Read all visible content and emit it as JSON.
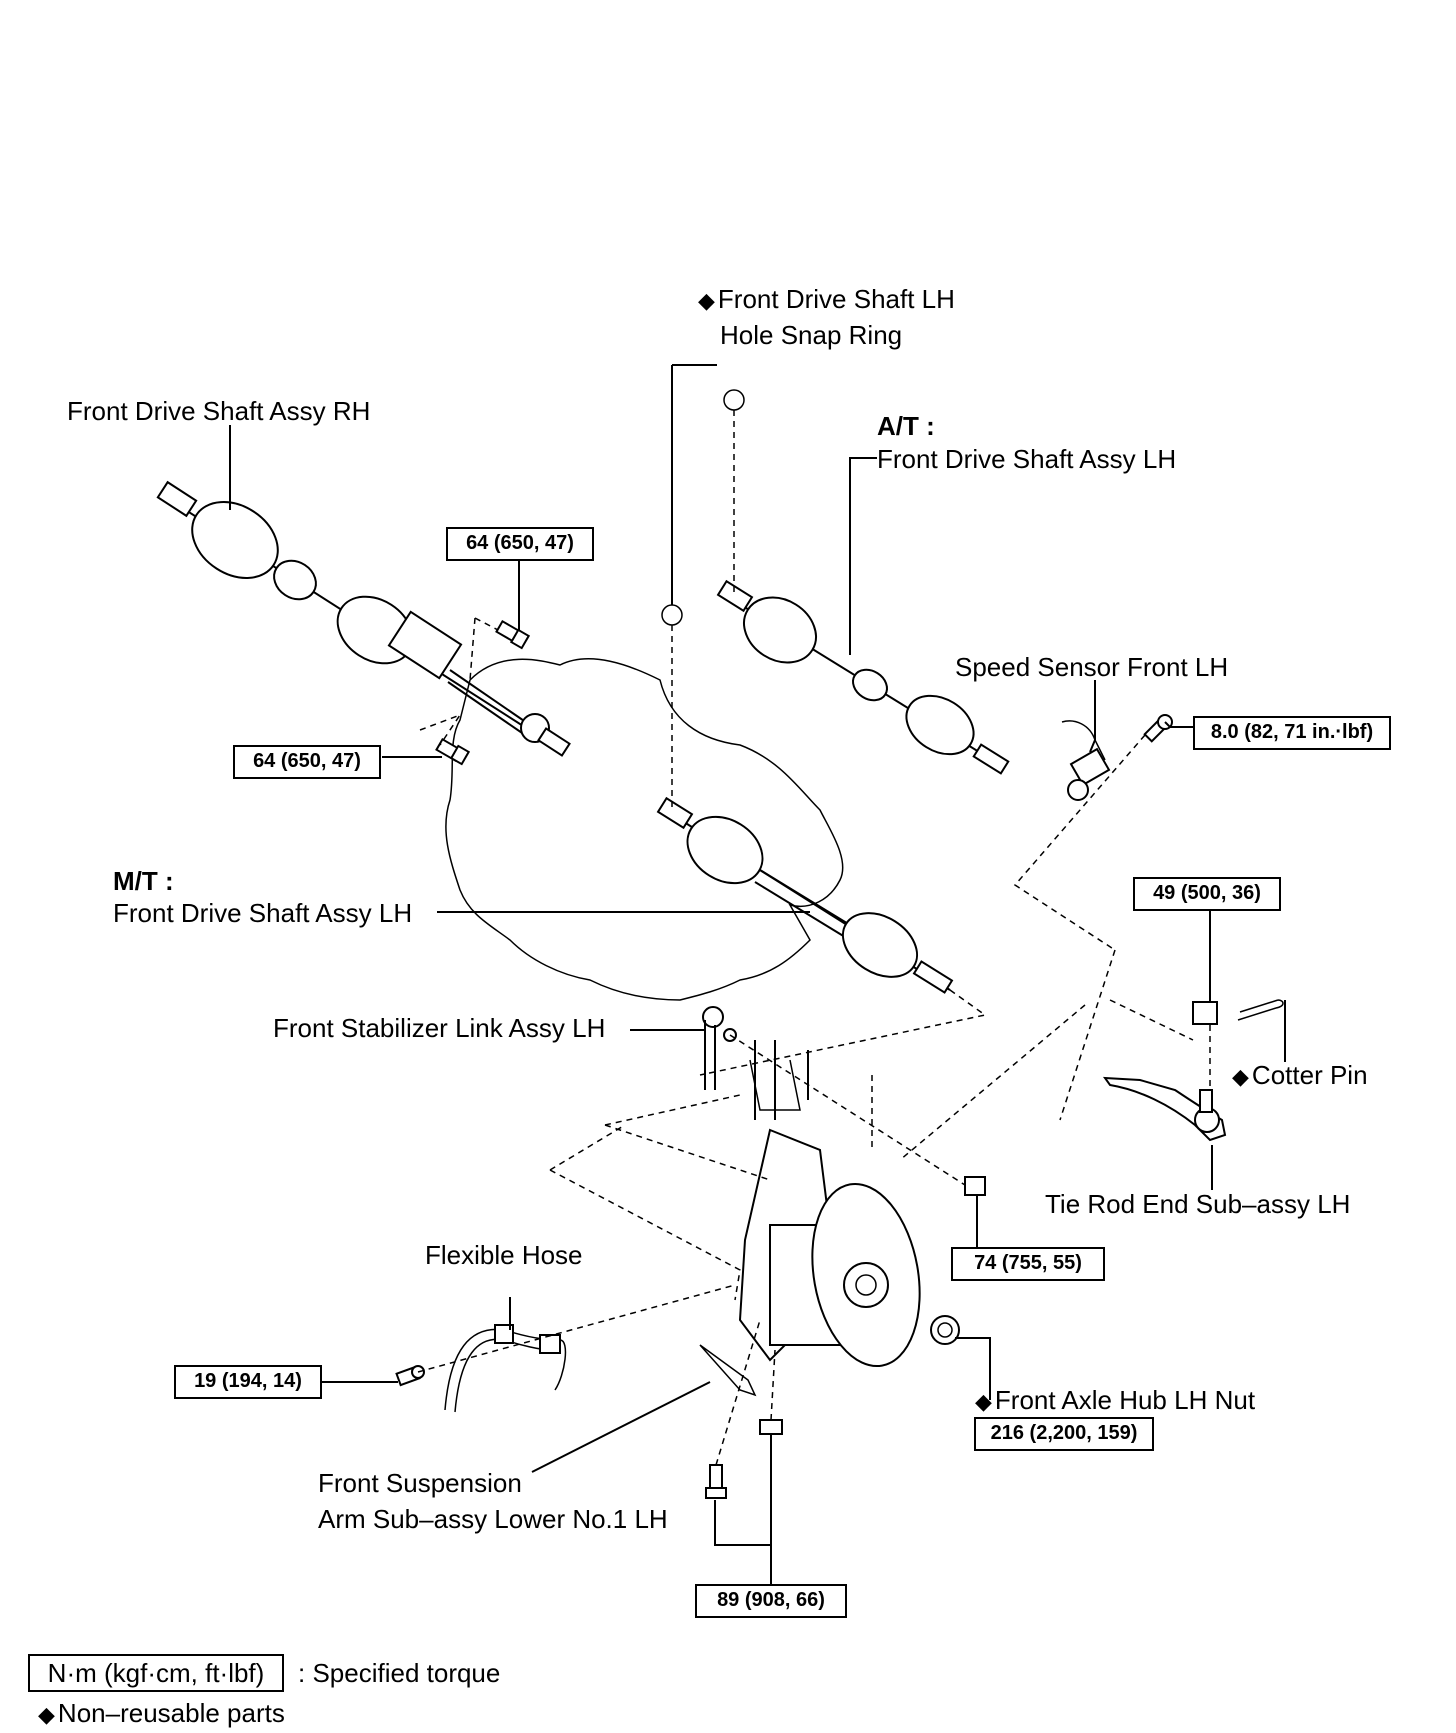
{
  "labels": {
    "snap_ring_line1": "Front Drive Shaft LH",
    "snap_ring_line2": "Hole Snap Ring",
    "rh_shaft": "Front Drive Shaft Assy RH",
    "at_prefix": "A/T :",
    "at_shaft": "Front Drive Shaft Assy LH",
    "speed_sensor": "Speed Sensor Front LH",
    "mt_prefix": "M/T :",
    "mt_shaft": "Front Drive Shaft Assy LH",
    "stabilizer_link": "Front Stabilizer Link Assy LH",
    "cotter_pin": "Cotter Pin",
    "tie_rod_end": "Tie Rod End Sub–assy LH",
    "flexible_hose": "Flexible Hose",
    "axle_hub_nut": "Front Axle Hub LH Nut",
    "lower_arm_line1": "Front Suspension",
    "lower_arm_line2": "Arm Sub–assy Lower No.1 LH"
  },
  "torques": {
    "rh_upper_bolt": "64 (650, 47)",
    "rh_lower_bolt": "64 (650, 47)",
    "speed_sensor_bolt": "8.0 (82, 71 in.·lbf)",
    "tie_rod_nut": "49 (500, 36)",
    "stabilizer_nut": "74 (755, 55)",
    "flexible_hose_bolt": "19 (194, 14)",
    "axle_hub_nut": "216 (2,200, 159)",
    "lower_arm_bolts": "89 (908, 66)"
  },
  "legend": {
    "unit_box": "N·m (kgf·cm, ft·lbf)",
    "unit_desc": ": Specified torque",
    "non_reusable": "Non–reusable parts"
  },
  "symbols": {
    "non_reusable_marker": "◆"
  }
}
